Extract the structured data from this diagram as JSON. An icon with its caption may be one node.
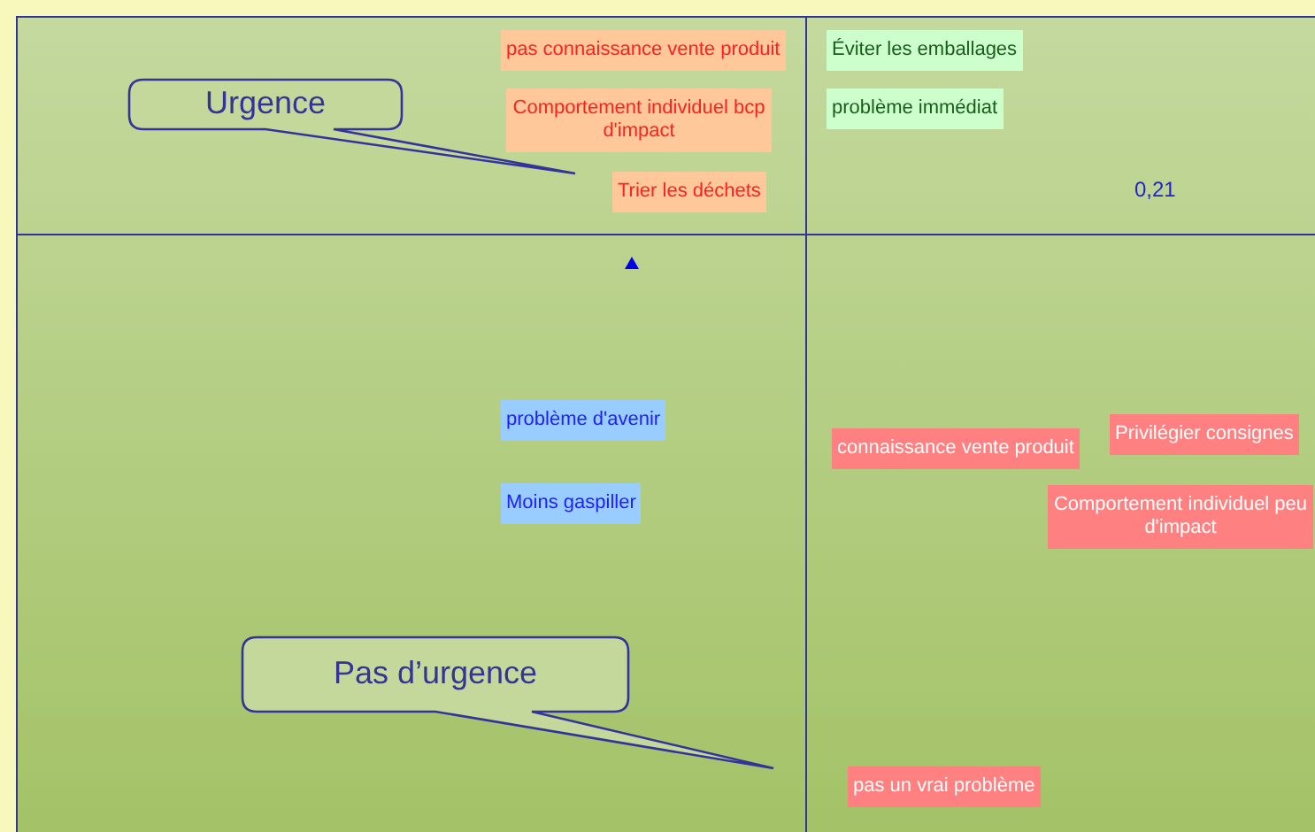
{
  "diagram": {
    "nodes": [
      {
        "text": [
          "Urgence"
        ]
      },
      {
        "text": [
          "pas connaissance vente produit"
        ]
      },
      {
        "text": [
          "Éviter les emballages"
        ]
      },
      {
        "text": [
          "Comportement individuel bcp d'impact"
        ]
      },
      {
        "text": [
          "problème immédiat"
        ]
      },
      {
        "text": [
          "Trier les déchets"
        ]
      },
      {
        "text": [
          "problème d'avenir"
        ]
      },
      {
        "text": [
          "Privilégier consignes"
        ]
      },
      {
        "text": [
          "connaissance vente produit"
        ]
      },
      {
        "text": [
          "Moins gaspiller"
        ]
      },
      {
        "text": [
          "Comportement individuel peu d'impact"
        ]
      },
      {
        "text": [
          "Pas d’urgence"
        ]
      },
      {
        "text": [
          "pas un vrai problème"
        ]
      }
    ],
    "labels": [
      "0,21"
    ]
  }
}
